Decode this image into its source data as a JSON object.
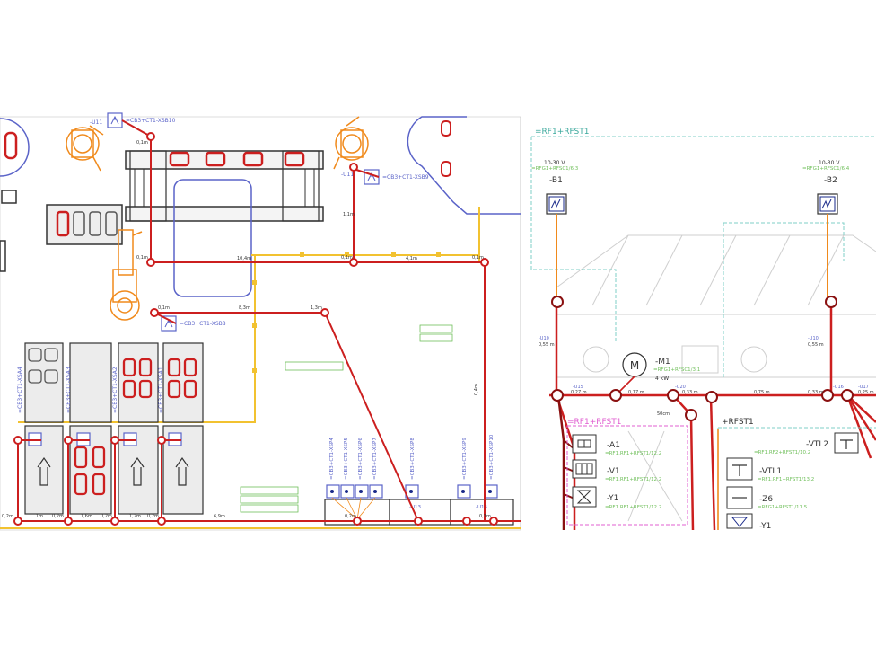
{
  "colors": {
    "cable": "#cc1f1f",
    "cable_dark": "#8a1010",
    "yellow": "#f2c230",
    "orange": "#f08a1c",
    "blue_outline": "#5a63c8",
    "cyan": "#7fcfc7",
    "magenta": "#e05fd0",
    "green": "#6fbf5a",
    "grey": "#aaaaaa"
  },
  "layout_view": {
    "robot_labels": {
      "top_left": "-U11",
      "top_right": "-U11"
    },
    "connector_tags": {
      "tag1": "=CB3+CT1-XSB10",
      "tag2": "=CB3+CT1-XSB9",
      "tag3": "=CB3+CT1-XSB8"
    },
    "segment_lengths": {
      "s1": "0,1m",
      "s2": "10,4m",
      "s3": "0,1m",
      "s4": "0,1m",
      "s5": "4,1m",
      "s6": "0,1m",
      "s7": "1,1m",
      "s8": "0,1m",
      "s9": "8,3m",
      "s10": "1,3m",
      "s11": "0,4m",
      "s12": "0,2m",
      "s13": "1m",
      "s14": "0,2m",
      "s15": "1,6m",
      "s16": "0,2m",
      "s17": "1,2m",
      "s18": "0,2m",
      "s19": "6,9m",
      "s20": "0,1m",
      "s21": "0,2m"
    },
    "vertical_tags": [
      "=CB3+CT1-XSA4",
      "=CB3+CT1-XSA3",
      "=CB3+CT1-XSA2",
      "=CB3+CT1-XSA1"
    ],
    "panel_tags": [
      "=CB3+CT1-XSP4",
      "=CB3+CT1-XSP5",
      "=CB3+CT1-XSP6",
      "=CB3+CT1-XSP7",
      "=CB3+CT1-XSP8",
      "=CB3+CT1-XSP9",
      "=CB3+CT1-XSP10"
    ],
    "panel_labels": {
      "u13": "-U13",
      "u14": "-U14"
    }
  },
  "schematic_view": {
    "frame_label": "=RF1+RFST1",
    "sensors": [
      {
        "voltage": "10-30 V",
        "ref": "=RFG1+RFSC1/6.3",
        "id": "-B1"
      },
      {
        "voltage": "10-30 V",
        "ref": "=RFG1+RFSC1/6.4",
        "id": "-B2"
      }
    ],
    "motor": {
      "symbol": "M",
      "id": "-M1",
      "ref": "=RFG1+RFSC1/3.1",
      "power": "4 kW"
    },
    "line_labels": {
      "u10a": "-U10",
      "u10b": "-U10",
      "u15": "-U15",
      "u20": "-U20",
      "u16": "-U16",
      "u17": "-U17",
      "l1": "0,55 m",
      "l2": "0,55 m",
      "l3": "0,27 m",
      "l4": "0,17 m",
      "l5": "0,33 m",
      "l6": "0,75 m",
      "l7": "0,33 m",
      "l8": "0,25 m",
      "l9": "50cm"
    },
    "valve_box": {
      "title": "=RF1+RFST1",
      "items": [
        {
          "id": "-A1",
          "ref": "=RF1.RF1+RFST1/12.2"
        },
        {
          "id": "-V1",
          "ref": "=RF1.RF1+RFST1/12.2"
        },
        {
          "id": "-Y1",
          "ref": "=RF1.RF1+RFST1/12.2"
        }
      ]
    },
    "right_box": {
      "title": "+RFST1",
      "items": [
        {
          "id": "-VTL2",
          "ref": "=RF1.RF2+RFST1/10.2"
        },
        {
          "id": "-VTL1",
          "ref": "=RF1.RF1+RFST1/13.2"
        },
        {
          "id": "-Z6",
          "ref": "=RFG1+RFST1/11.5"
        },
        {
          "id": "-Y1",
          "ref": ""
        }
      ]
    }
  }
}
